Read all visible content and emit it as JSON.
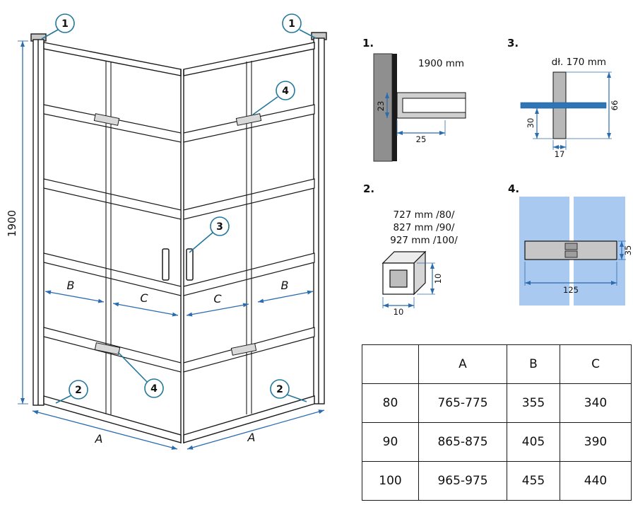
{
  "colors": {
    "dim_blue": "#2b6cb0",
    "callout_teal": "#23789c",
    "glass_blue": "#a9c9f0",
    "shelf_blue": "#2e75b6"
  },
  "main": {
    "dim_height": "1900",
    "labels": {
      "a": "A",
      "b": "B",
      "c": "C"
    },
    "callouts": {
      "c1l": "1",
      "c1r": "1",
      "c4t": "4",
      "c3": "3",
      "c2l": "2",
      "c4b": "4",
      "c2r": "2"
    }
  },
  "details": {
    "d1": {
      "num": "1.",
      "width_label": "1900 mm",
      "dim_23": "23",
      "dim_25": "25"
    },
    "d2": {
      "num": "2.",
      "line1": "727 mm /80/",
      "line2": "827 mm /90/",
      "line3": "927 mm /100/",
      "dim_10a": "10",
      "dim_10b": "10"
    },
    "d3": {
      "num": "3.",
      "length_label": "dł. 170 mm",
      "dim_66": "66",
      "dim_30": "30",
      "dim_17": "17"
    },
    "d4": {
      "num": "4.",
      "dim_35": "35",
      "dim_125": "125"
    }
  },
  "table": {
    "headers": [
      "",
      "A",
      "B",
      "C"
    ],
    "rows": [
      {
        "size": "80",
        "a": "765-775",
        "b": "355",
        "c": "340"
      },
      {
        "size": "90",
        "a": "865-875",
        "b": "405",
        "c": "390"
      },
      {
        "size": "100",
        "a": "965-975",
        "b": "455",
        "c": "440"
      }
    ]
  }
}
